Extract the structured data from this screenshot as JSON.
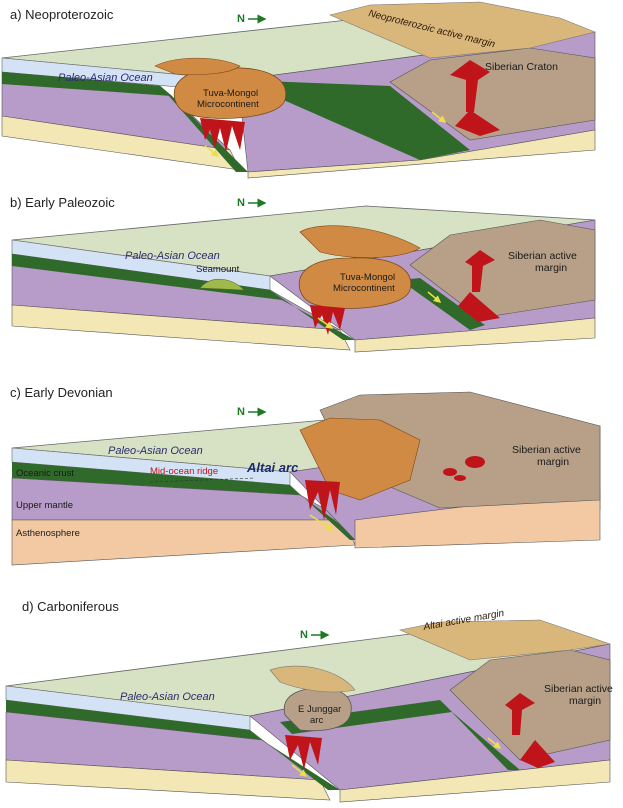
{
  "colors": {
    "sea": "#d7e2c4",
    "ocean": "#d4e2f5",
    "crust": "#2f6a2a",
    "mantle": "#b79bc8",
    "sand": "#f3e7b5",
    "asthenosphere": "#f2c9a3",
    "craton": "#b8a088",
    "micro": "#d08a43",
    "magma": "#c0141b",
    "arrow": "#e9e04a"
  },
  "panels": [
    {
      "title": "a) Neoproterozoic",
      "north": "N",
      "ocean": "Paleo-Asian Ocean",
      "micro": "Tuva-Mongol Microcontinent",
      "craton": "Siberian Craton",
      "margin": "Neoproterozoic active margin"
    },
    {
      "title": "b) Early Paleozoic",
      "north": "N",
      "ocean": "Paleo-Asian Ocean",
      "seamount": "Seamount",
      "micro": "Tuva-Mongol Microcontinent",
      "craton": "Siberian active margin"
    },
    {
      "title": "c) Early Devonian",
      "north": "N",
      "ocean": "Paleo-Asian Ocean",
      "ridge": "Mid-ocean ridge",
      "arc": "Altai arc",
      "craton": "Siberian active margin",
      "layers": [
        "Oceanic crust",
        "Upper mantle",
        "Asthenosphere"
      ]
    },
    {
      "title": "d) Carboniferous",
      "north": "N",
      "ocean": "Paleo-Asian Ocean",
      "micro": "E Junggar arc",
      "craton": "Siberian active margin",
      "margin": "Altai active margin"
    }
  ]
}
